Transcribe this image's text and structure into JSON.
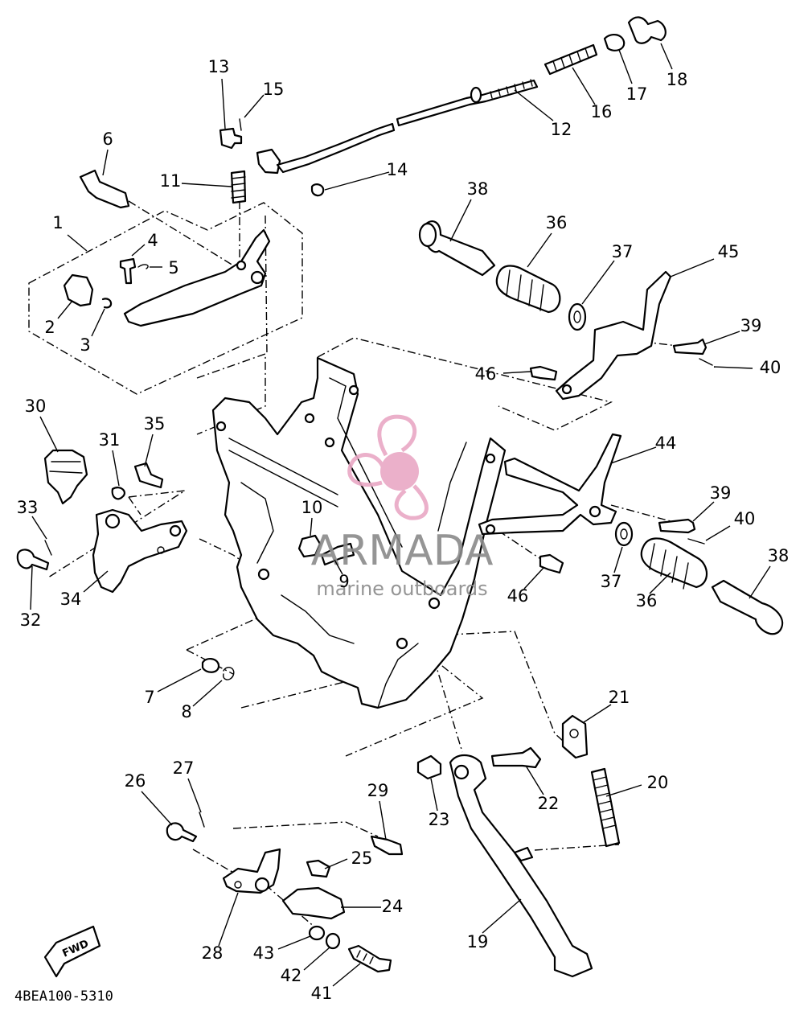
{
  "diagram_code": "4BEA100-5310",
  "fwd_marker": "FWD",
  "watermark": {
    "brand": "ARMADA",
    "tagline": "marine outboards",
    "logo_color": "#e9a8c5"
  },
  "callouts": {
    "c1": "1",
    "c2": "2",
    "c3": "3",
    "c4": "4",
    "c5": "5",
    "c6": "6",
    "c7": "7",
    "c8": "8",
    "c9": "9",
    "c10": "10",
    "c11": "11",
    "c12": "12",
    "c13": "13",
    "c14": "14",
    "c15": "15",
    "c16": "16",
    "c17": "17",
    "c18": "18",
    "c19": "19",
    "c20": "20",
    "c21": "21",
    "c22": "22",
    "c23": "23",
    "c24": "24",
    "c25": "25",
    "c26": "26",
    "c27": "27",
    "c28": "28",
    "c29": "29",
    "c30": "30",
    "c31": "31",
    "c32": "32",
    "c33": "33",
    "c34": "34",
    "c35": "35",
    "c36a": "36",
    "c36b": "36",
    "c37a": "37",
    "c37b": "37",
    "c38a": "38",
    "c38b": "38",
    "c39a": "39",
    "c39b": "39",
    "c40a": "40",
    "c40b": "40",
    "c41": "41",
    "c42": "42",
    "c43": "43",
    "c44": "44",
    "c45": "45",
    "c46a": "46",
    "c46b": "46"
  }
}
